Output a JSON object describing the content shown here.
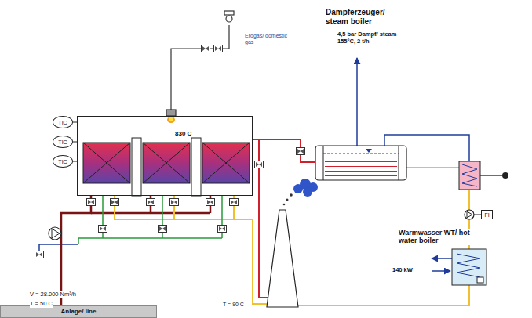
{
  "diagram": {
    "nodes": [
      {
        "text": [
          "TIC"
        ]
      },
      {
        "text": [
          "TIC"
        ]
      },
      {
        "text": [
          "TIC"
        ]
      },
      {
        "text": [
          "830 C"
        ]
      },
      {
        "text": [
          "FI"
        ]
      },
      {
        "text": [
          "Anlage/ line"
        ]
      }
    ],
    "edges": [
      {
        "from": 0,
        "to": 3,
        "arrow": "none"
      },
      {
        "from": 1,
        "to": 3,
        "arrow": "none"
      },
      {
        "from": 2,
        "to": 3,
        "arrow": "none"
      },
      {
        "from": 5,
        "to": 3,
        "arrow": "none"
      }
    ],
    "labels": [
      "Erdgas/ domestic gas",
      "Dampferzeuger/ steam boiler",
      "4,5 bar Dampf/ steam 155°C, 2 t/h",
      "Warmwasser WT/ hot water boiler",
      "140 kW",
      "V = 28.000 Nm³/h",
      "T = 50 C",
      "T = 90 C"
    ]
  }
}
